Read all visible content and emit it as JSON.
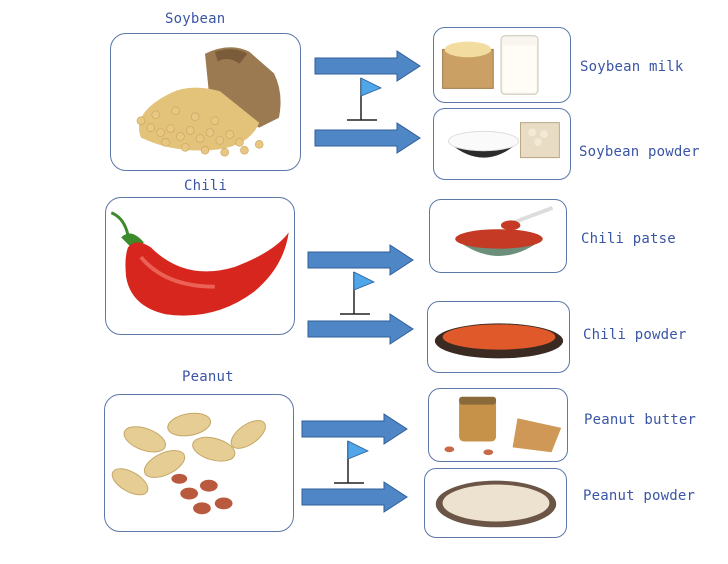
{
  "sources": [
    {
      "id": "soybean",
      "label": "Soybean"
    },
    {
      "id": "chili",
      "label": "Chili"
    },
    {
      "id": "peanut",
      "label": "Peanut"
    }
  ],
  "products": [
    {
      "id": "soybean-milk",
      "label": "Soybean milk"
    },
    {
      "id": "soybean-powder",
      "label": "Soybean powder"
    },
    {
      "id": "chili-paste",
      "label": "Chili patse"
    },
    {
      "id": "chili-powder",
      "label": "Chili powder"
    },
    {
      "id": "peanut-butter",
      "label": "Peanut butter"
    },
    {
      "id": "peanut-powder",
      "label": "Peanut powder"
    }
  ],
  "colors": {
    "label_text": "#3a55a4",
    "box_border": "#5b78a8",
    "arrow_fill": "#4f86c6",
    "arrow_stroke": "#2f5f99",
    "flag_blue": "#4fa6e8"
  },
  "icons": [
    "arrow-right-icon",
    "flag-icon"
  ]
}
